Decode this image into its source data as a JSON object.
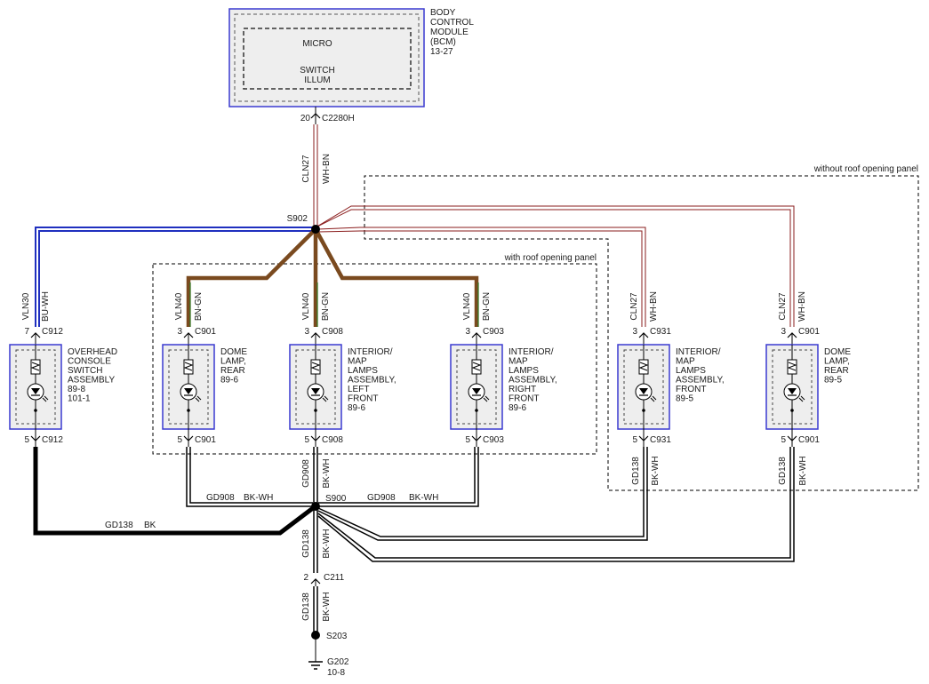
{
  "bcm": {
    "name_lines": [
      "BODY",
      "CONTROL",
      "MODULE",
      "(BCM)",
      "13-27"
    ],
    "micro": "MICRO",
    "switch_lines": [
      "SWITCH",
      "ILLUM"
    ],
    "pin": "20",
    "connector": "C2280H"
  },
  "bcm_wire": {
    "circuit": "CLN27",
    "color": "WH-BN"
  },
  "splices": {
    "top": "S902",
    "ground_junction": "S900",
    "lower": "S203"
  },
  "regions": {
    "without_roof": "without roof opening panel",
    "with_roof": "with roof opening panel"
  },
  "components": [
    {
      "circuit": "VLN30",
      "color": "BU-WH",
      "pin_in": "7",
      "conn_in": "C912",
      "pin_out": "5",
      "conn_out": "C912",
      "name_lines": [
        "OVERHEAD",
        "CONSOLE",
        "SWITCH",
        "ASSEMBLY",
        "89-8",
        "101-1"
      ]
    },
    {
      "circuit": "VLN40",
      "color": "BN-GN",
      "pin_in": "3",
      "conn_in": "C901",
      "pin_out": "5",
      "conn_out": "C901",
      "name_lines": [
        "DOME",
        "LAMP,",
        "REAR",
        "89-6"
      ]
    },
    {
      "circuit": "VLN40",
      "color": "BN-GN",
      "pin_in": "3",
      "conn_in": "C908",
      "pin_out": "5",
      "conn_out": "C908",
      "name_lines": [
        "INTERIOR/",
        "MAP",
        "LAMPS",
        "ASSEMBLY,",
        "LEFT",
        "FRONT",
        "89-6"
      ]
    },
    {
      "circuit": "VLN40",
      "color": "BN-GN",
      "pin_in": "3",
      "conn_in": "C903",
      "pin_out": "5",
      "conn_out": "C903",
      "name_lines": [
        "INTERIOR/",
        "MAP",
        "LAMPS",
        "ASSEMBLY,",
        "RIGHT",
        "FRONT",
        "89-6"
      ]
    },
    {
      "circuit": "CLN27",
      "color": "WH-BN",
      "pin_in": "3",
      "conn_in": "C931",
      "pin_out": "5",
      "conn_out": "C931",
      "name_lines": [
        "INTERIOR/",
        "MAP",
        "LAMPS",
        "ASSEMBLY,",
        "FRONT",
        "89-5"
      ]
    },
    {
      "circuit": "CLN27",
      "color": "WH-BN",
      "pin_in": "3",
      "conn_in": "C901",
      "pin_out": "5",
      "conn_out": "C901",
      "name_lines": [
        "DOME",
        "LAMP,",
        "REAR",
        "89-5"
      ]
    }
  ],
  "ground_wires": {
    "left_main": {
      "circuit": "GD138",
      "color": "BK"
    },
    "left_dome": {
      "circuit": "GD908",
      "color": "BK-WH"
    },
    "right_map": {
      "circuit": "GD908",
      "color": "BK-WH"
    },
    "left_front_down": {
      "circuit": "GD908",
      "color": "BK-WH"
    },
    "front_map_down": {
      "circuit": "GD138",
      "color": "BK-WH"
    },
    "rear_dome_down": {
      "circuit": "GD138",
      "color": "BK-WH"
    },
    "trunk_upper": {
      "circuit": "GD138",
      "color": "BK-WH"
    },
    "trunk_lower": {
      "circuit": "GD138",
      "color": "BK-WH"
    }
  },
  "inline_connector": {
    "pin": "2",
    "name": "C211"
  },
  "ground": {
    "name": "G202",
    "ref": "10-8"
  },
  "colors": {
    "brown_wire": "#7a4a1f",
    "blue_wire": "#1f2fbf",
    "red_wire": "#8a1c1c",
    "green_stripe": "#3a7a2a",
    "component_border": "#3a3ad0",
    "component_fill": "#eeeeee",
    "black": "#000000"
  }
}
